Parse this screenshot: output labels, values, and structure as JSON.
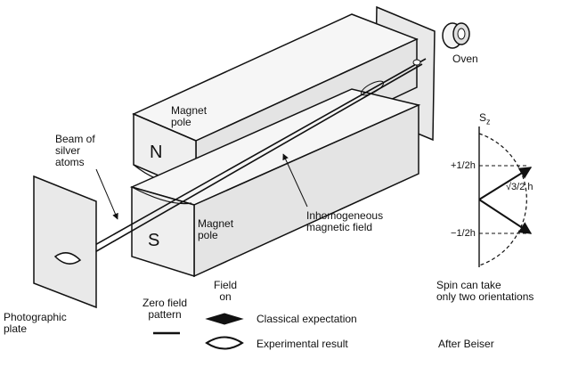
{
  "labels": {
    "oven": "Oven",
    "magnet_pole_top": [
      "Magnet",
      "pole"
    ],
    "magnet_pole_bottom": [
      "Magnet",
      "pole"
    ],
    "pole_n": "N",
    "pole_s": "S",
    "beam": [
      "Beam of",
      "silver",
      "atoms"
    ],
    "field": [
      "Inhomogeneous",
      "magnetic field"
    ],
    "plate": [
      "Photographic",
      "plate"
    ],
    "zero_field": [
      "Zero field",
      "pattern"
    ],
    "field_on": [
      "Field",
      "on"
    ],
    "classical": "Classical expectation",
    "experimental": "Experimental result",
    "spin_axis": "S",
    "spin_axis_sub": "z",
    "plus_half": "+",
    "plus_half_frac": "1/2",
    "plus_half_h": "h",
    "minus_half": "−",
    "minus_half_frac": "1/2",
    "minus_half_h": "h",
    "spin_mag": "√3",
    "spin_mag_den": "2",
    "spin_mag_h": "h",
    "spin_caption": [
      "Spin can take",
      "only two orientations"
    ],
    "credit": "After Beiser"
  }
}
